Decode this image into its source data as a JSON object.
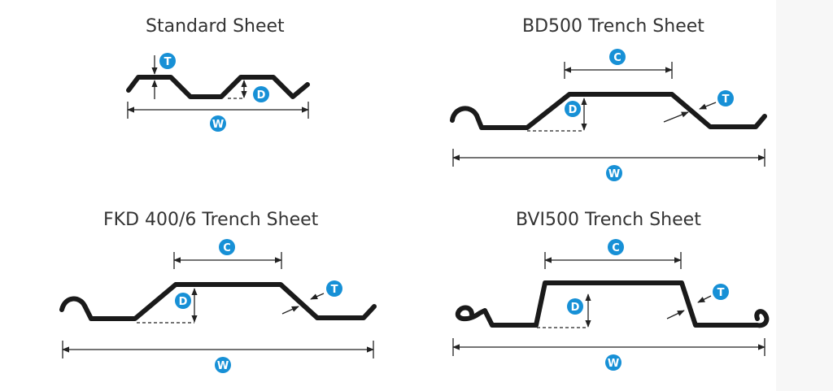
{
  "diagrams": [
    {
      "title": "Standard Sheet",
      "badges": [
        "T",
        "D",
        "W"
      ]
    },
    {
      "title": "BD500 Trench Sheet",
      "badges": [
        "C",
        "T",
        "D",
        "W"
      ]
    },
    {
      "title": "FKD 400/6 Trench Sheet",
      "badges": [
        "C",
        "T",
        "D",
        "W"
      ]
    },
    {
      "title": "BVI500 Trench Sheet",
      "badges": [
        "C",
        "T",
        "D",
        "W"
      ]
    }
  ],
  "colors": {
    "profile": "#1a1a1a",
    "badge": "#1790d6",
    "dimension": "#222222",
    "title": "#333333"
  }
}
